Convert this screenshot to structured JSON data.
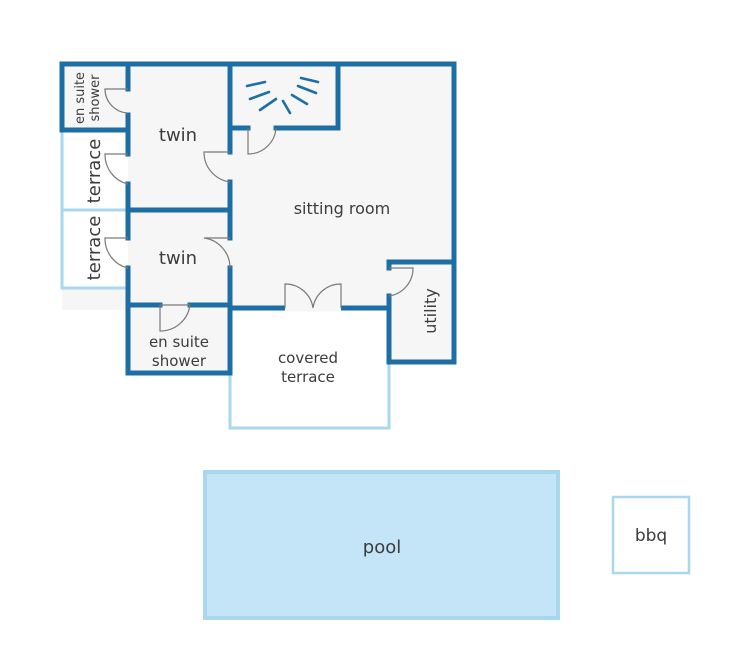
{
  "rooms": {
    "en_suite_top": {
      "line1": "en suite",
      "line2": "shower"
    },
    "twin_top": "twin",
    "terrace_upper": "terrace",
    "terrace_lower": "terrace",
    "twin_bottom": "twin",
    "en_suite_bottom": {
      "line1": "en suite",
      "line2": "shower"
    },
    "sitting_room": "sitting room",
    "utility": "utility",
    "covered_terrace": {
      "line1": "covered",
      "line2": "terrace"
    },
    "pool": "pool",
    "bbq": "bbq"
  },
  "icons": {
    "fireplace": "fireplace-icon",
    "door": "door-swing-icon"
  },
  "colors": {
    "wall": "#1e6ea6",
    "light_wall": "#a9d7ee",
    "room_fill": "#f6f6f6",
    "pool_fill": "#c4e4f7",
    "label": "#3c3c3c"
  }
}
